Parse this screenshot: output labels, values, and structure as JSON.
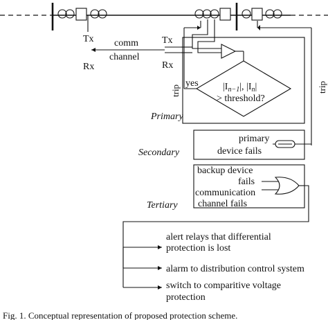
{
  "labels": {
    "tx_left": "Tx",
    "rx_left": "Rx",
    "comm_line1": "comm",
    "comm_line2": "channel",
    "tx_right": "Tx",
    "rx_right": "Rx",
    "trip_left": "trip",
    "trip_right": "trip",
    "yes": "yes",
    "decision_line1": "|I_{n-1}|, |I_n|",
    "decision_line2": "> threshold?",
    "primary": "Primary",
    "secondary": "Secondary",
    "secondary_note_line1": "primary",
    "secondary_note_line2": "device fails",
    "tertiary": "Tertiary",
    "tertiary_in1_line1": "backup device",
    "tertiary_in1_line2": "fails",
    "tertiary_in2_line1": "communication",
    "tertiary_in2_line2": "channel fails"
  },
  "decision_symbols": {
    "a": "|I",
    "a_sub": "n−1",
    "sep": "|, |I",
    "b_sub": "n",
    "end": "|"
  },
  "outputs": [
    {
      "line1": "alert relays that differential",
      "line2": "protection is lost"
    },
    {
      "line1": "alarm to distribution control system",
      "line2": ""
    },
    {
      "line1": "switch to comparitive voltage",
      "line2": "protection"
    }
  ],
  "caption": "Fig. 1.   Conceptual representation of proposed protection scheme."
}
